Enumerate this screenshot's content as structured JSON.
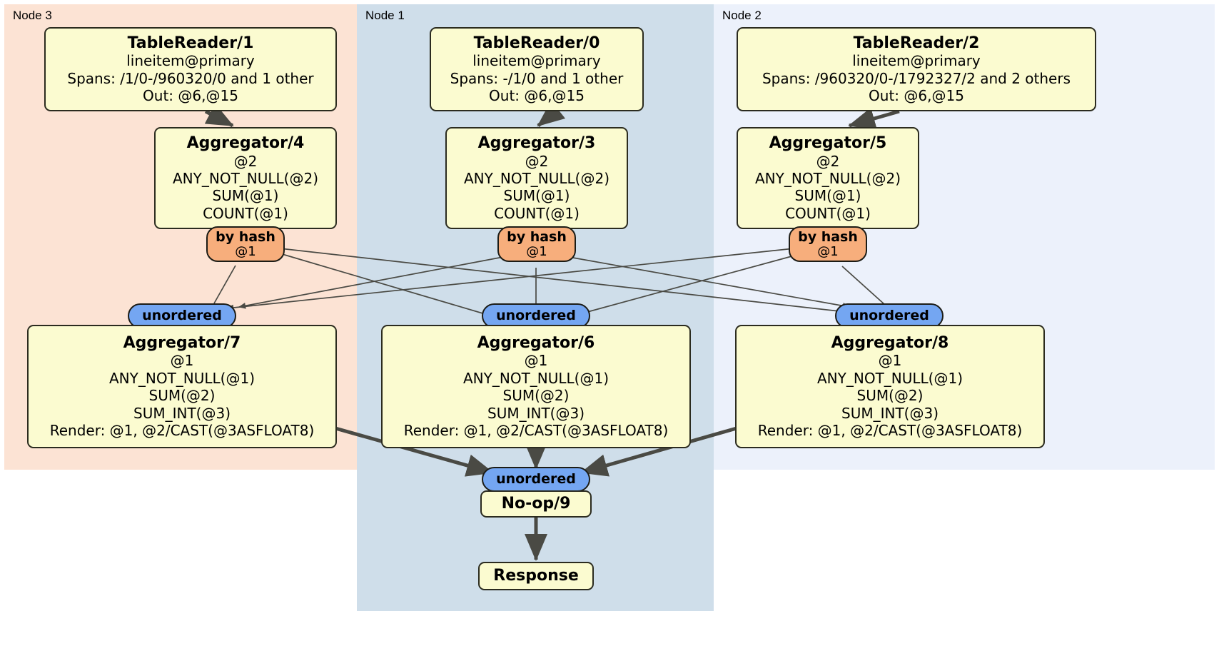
{
  "diagram": {
    "type": "distributed-query-plan",
    "regions": [
      {
        "id": "node3",
        "label": "Node 3",
        "color": "#fce3d4"
      },
      {
        "id": "node1",
        "label": "Node 1",
        "color": "#cfdeea"
      },
      {
        "id": "node2",
        "label": "Node 2",
        "color": "#ecf1fb"
      }
    ],
    "palette": {
      "box_fill": "#fbfbd0",
      "box_stroke": "#2b2b1f",
      "hash_fill": "#f7ae7c",
      "unordered_fill": "#74a6f2",
      "edge_thin": "#4a4a44",
      "edge_thick": "#4a4a44"
    },
    "processors": [
      {
        "id": "tablereader1",
        "title": "TableReader/1",
        "lines": [
          "lineitem@primary",
          "Spans: /1/0-/960320/0 and 1 other",
          "Out: @6,@15"
        ],
        "region": "node3"
      },
      {
        "id": "tablereader0",
        "title": "TableReader/0",
        "lines": [
          "lineitem@primary",
          "Spans: -/1/0 and 1 other",
          "Out: @6,@15"
        ],
        "region": "node1"
      },
      {
        "id": "tablereader2",
        "title": "TableReader/2",
        "lines": [
          "lineitem@primary",
          "Spans: /960320/0-/1792327/2 and 2 others",
          "Out: @6,@15"
        ],
        "region": "node2"
      },
      {
        "id": "aggregator4",
        "title": "Aggregator/4",
        "lines": [
          "@2",
          "ANY_NOT_NULL(@2)",
          "SUM(@1)",
          "COUNT(@1)"
        ],
        "region": "node3"
      },
      {
        "id": "aggregator3",
        "title": "Aggregator/3",
        "lines": [
          "@2",
          "ANY_NOT_NULL(@2)",
          "SUM(@1)",
          "COUNT(@1)"
        ],
        "region": "node1"
      },
      {
        "id": "aggregator5",
        "title": "Aggregator/5",
        "lines": [
          "@2",
          "ANY_NOT_NULL(@2)",
          "SUM(@1)",
          "COUNT(@1)"
        ],
        "region": "node2"
      },
      {
        "id": "aggregator7",
        "title": "Aggregator/7",
        "lines": [
          "@1",
          "ANY_NOT_NULL(@1)",
          "SUM(@2)",
          "SUM_INT(@3)",
          "Render: @1, @2/CAST(@3ASFLOAT8)"
        ],
        "region": "node3"
      },
      {
        "id": "aggregator6",
        "title": "Aggregator/6",
        "lines": [
          "@1",
          "ANY_NOT_NULL(@1)",
          "SUM(@2)",
          "SUM_INT(@3)",
          "Render: @1, @2/CAST(@3ASFLOAT8)"
        ],
        "region": "node1"
      },
      {
        "id": "aggregator8",
        "title": "Aggregator/8",
        "lines": [
          "@1",
          "ANY_NOT_NULL(@1)",
          "SUM(@2)",
          "SUM_INT(@3)",
          "Render: @1, @2/CAST(@3ASFLOAT8)"
        ],
        "region": "node2"
      },
      {
        "id": "noop9",
        "title": "No-op/9",
        "lines": [],
        "region": "node1"
      },
      {
        "id": "response",
        "title": "Response",
        "lines": [],
        "region": "node1"
      }
    ],
    "routers": [
      {
        "id": "hash3",
        "kind": "by hash",
        "title": "by hash",
        "sub": "@1",
        "region": "node3"
      },
      {
        "id": "hash1",
        "kind": "by hash",
        "title": "by hash",
        "sub": "@1",
        "region": "node1"
      },
      {
        "id": "hash2",
        "kind": "by hash",
        "title": "by hash",
        "sub": "@1",
        "region": "node2"
      }
    ],
    "synchronizers": [
      {
        "id": "unordered3",
        "title": "unordered",
        "region": "node3"
      },
      {
        "id": "unordered1",
        "title": "unordered",
        "region": "node1"
      },
      {
        "id": "unordered2",
        "title": "unordered",
        "region": "node2"
      },
      {
        "id": "unordered-final",
        "title": "unordered",
        "region": "node1"
      }
    ]
  }
}
